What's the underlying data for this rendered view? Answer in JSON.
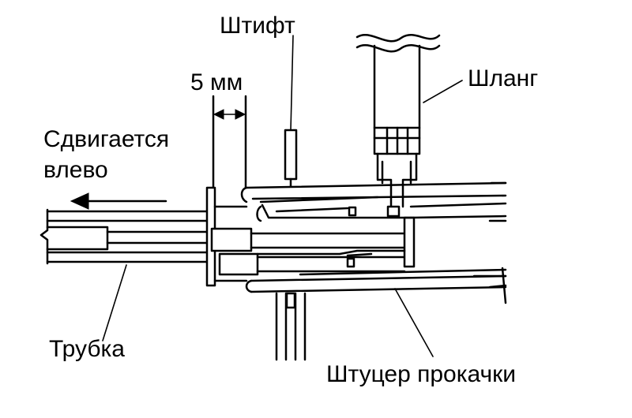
{
  "labels": {
    "pin": "Штифт",
    "gap": "5 мм",
    "hose": "Шланг",
    "shift_line1": "Сдвигается",
    "shift_line2": "влево",
    "tube": "Трубка",
    "bleeder": "Штуцер прокачки"
  }
}
